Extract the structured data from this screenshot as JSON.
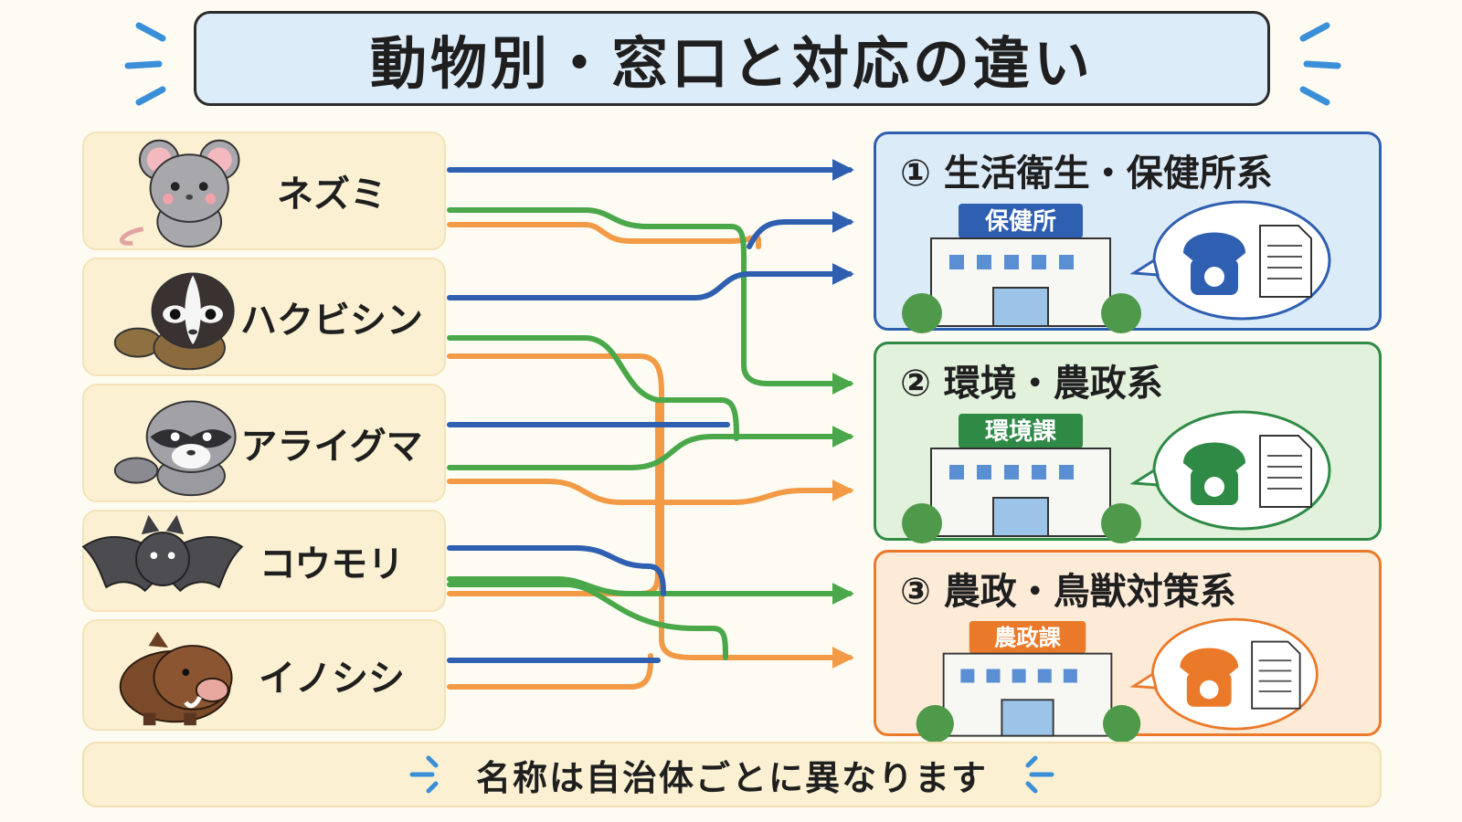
{
  "title": "動物別・窓口と対応の違い",
  "animals": [
    {
      "label": "ネズミ",
      "icon": "mouse-icon"
    },
    {
      "label": "ハクビシン",
      "icon": "masked-palm-civet-icon"
    },
    {
      "label": "アライグマ",
      "icon": "raccoon-icon"
    },
    {
      "label": "コウモリ",
      "icon": "bat-icon"
    },
    {
      "label": "イノシシ",
      "icon": "wild-boar-icon"
    }
  ],
  "destinations": [
    {
      "title": "① 生活衛生・保健所系",
      "office": "保健所",
      "color": "#2f5fb0",
      "bg": "#dcebf8"
    },
    {
      "title": "② 環境・農政系",
      "office": "環境課",
      "color": "#2f8a46",
      "bg": "#e1f1dc"
    },
    {
      "title": "③ 農政・鳥獣対策系",
      "office": "農政課",
      "color": "#ea7a2a",
      "bg": "#fdebd8"
    }
  ],
  "line_colors": {
    "blue": "#2f5fb0",
    "green": "#4aa84a",
    "orange": "#f29a45"
  },
  "footer": "名称は自治体ごとに異なります"
}
